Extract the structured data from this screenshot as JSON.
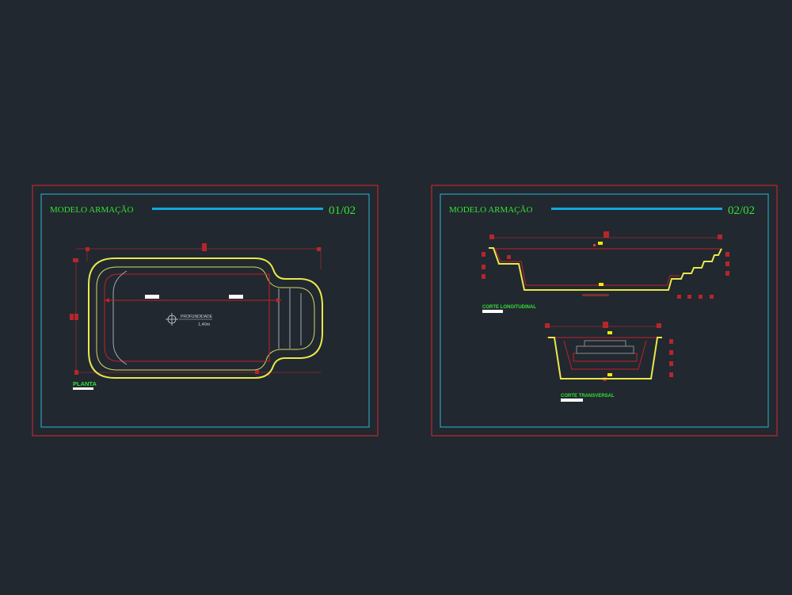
{
  "colors": {
    "background": "#212830",
    "outer_frame": "#c0272d",
    "inner_frame": "#2aa0b6",
    "title_text": "#34e134",
    "title_bar": "#12a8dc",
    "pool_outline": "#e8e84a",
    "rebar": "#c42126",
    "rebar_dark": "#7a2a2e",
    "label_underline": "#ffffff",
    "level_marker": "#ffe800"
  },
  "sheets": [
    {
      "title": "MODELO ARMAÇÃO",
      "number": "01/02",
      "views": [
        {
          "label": "PLANTA",
          "annotation_title": "PROFUNDIDADE",
          "annotation_value": "1,40m"
        }
      ]
    },
    {
      "title": "MODELO ARMAÇÃO",
      "number": "02/02",
      "views": [
        {
          "label": "CORTE LONGITUDINAL"
        },
        {
          "label": "CORTE TRANSVERSAL"
        }
      ]
    }
  ]
}
